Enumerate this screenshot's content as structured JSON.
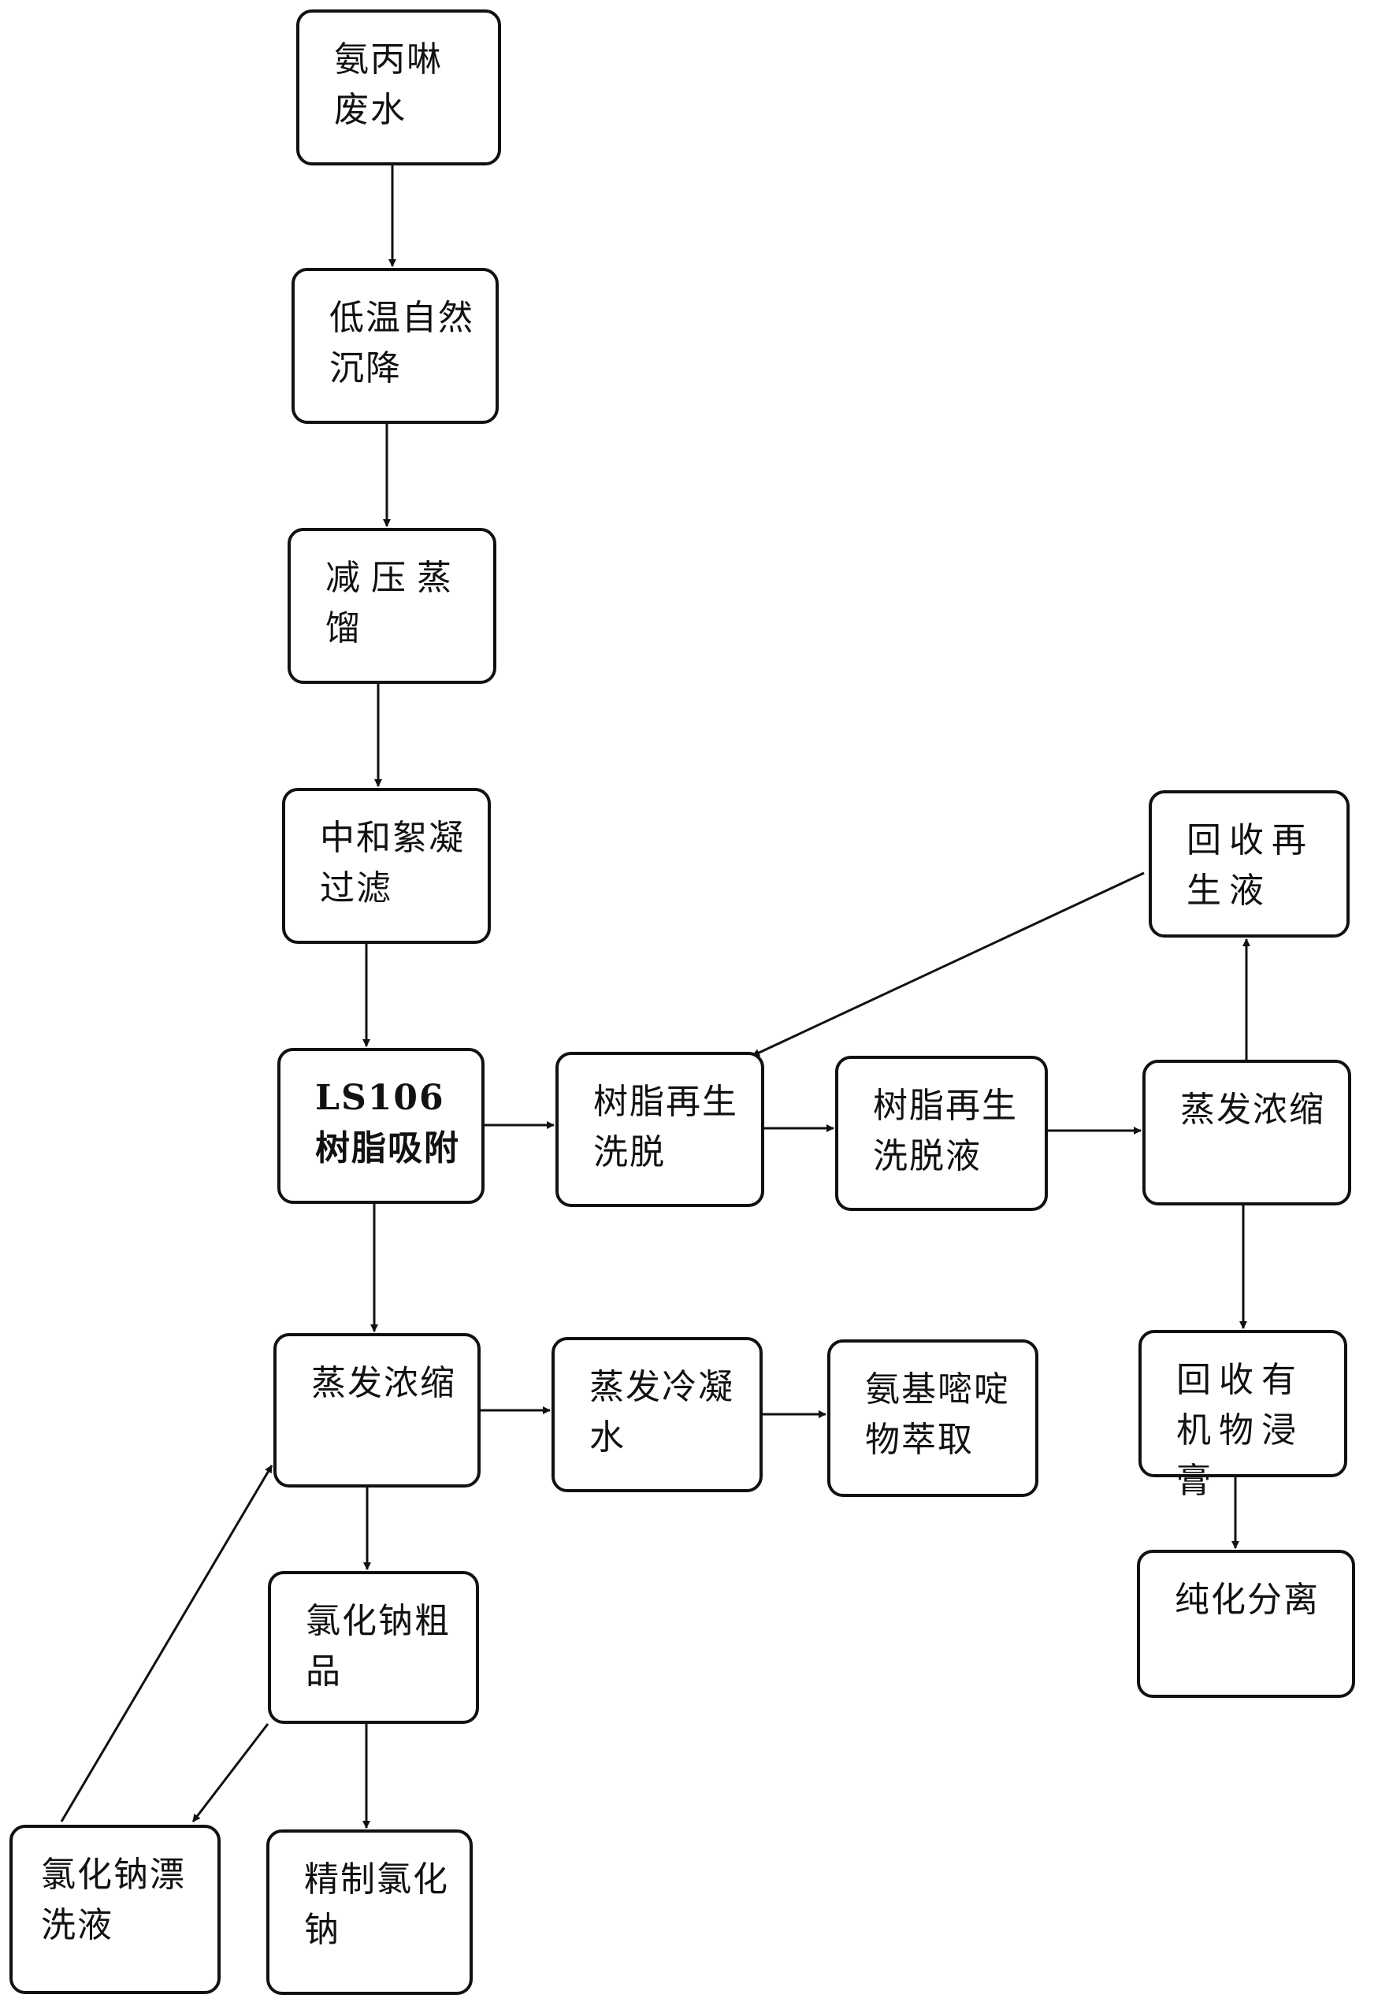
{
  "nodes": {
    "wastewater": "氨丙啉废水",
    "settling": "低温自然沉降",
    "vacuum_distill": "减压蒸馏",
    "neutralize_filter": "中和絮凝过滤",
    "resin_adsorb": "LS106 树脂吸附",
    "resin_regen_elute": "树脂再生洗脱",
    "regen_eluate": "树脂再生洗脱液",
    "evap_right": "蒸发浓缩",
    "recover_regen": "回收再生液",
    "recover_organic": "回收有机物浸膏",
    "purify": "纯化分离",
    "evap_left": "蒸发浓缩",
    "condensate": "蒸发冷凝水",
    "aminopyrimidine": "氨基嘧啶物萃取",
    "nacl_crude": "氯化钠粗品",
    "nacl_rinse": "氯化钠漂洗液",
    "nacl_refined": "精制氯化钠"
  }
}
